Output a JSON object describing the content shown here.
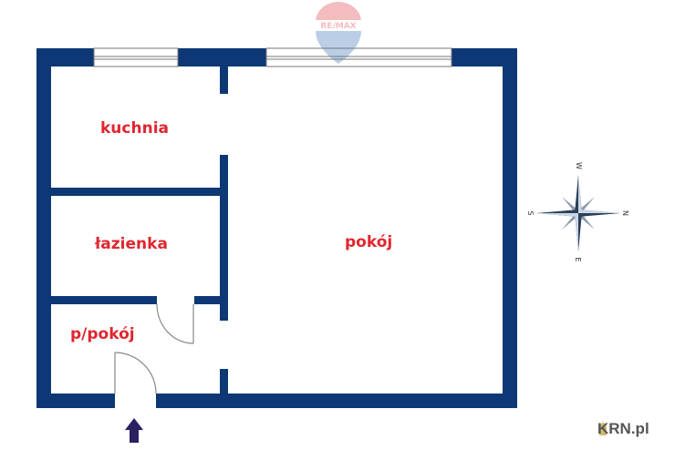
{
  "logo": {
    "text": "RE/MAX",
    "opacity": 0.3
  },
  "rooms": {
    "kitchen": "kuchnia",
    "bathroom": "łazienka",
    "room": "pokój",
    "hall": "p/pokój"
  },
  "compass": {
    "top": "W",
    "right": "N",
    "bottom": "E",
    "left": "S"
  },
  "watermark": "KRN.pl",
  "colors": {
    "wall": "#0d3875",
    "label": "#e0262f",
    "arrow": "#2a2160"
  }
}
